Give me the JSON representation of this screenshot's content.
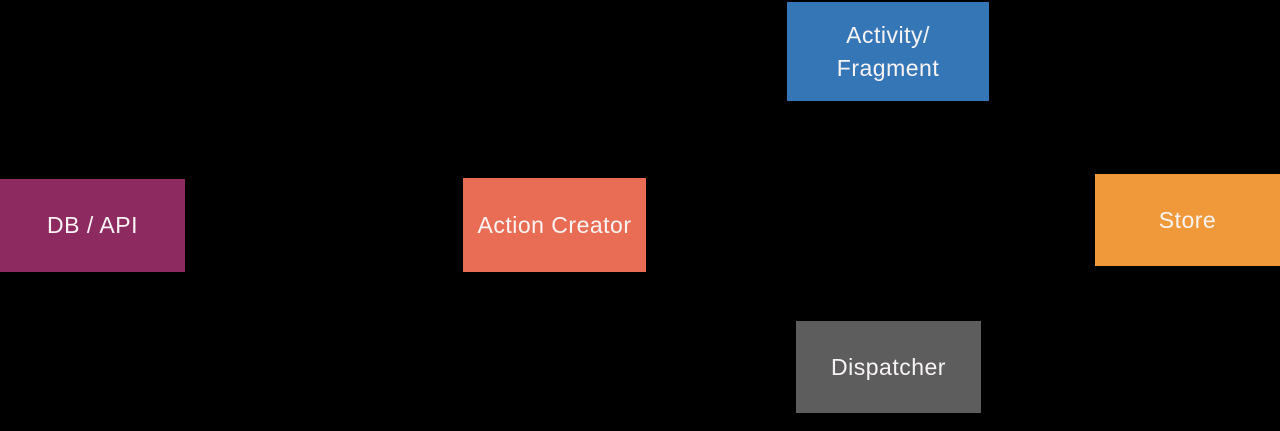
{
  "diagram": {
    "background_color": "#000000",
    "label_color": "#f8f4f4",
    "nodes": [
      {
        "id": "activity-fragment",
        "lines": [
          "Activity/",
          "Fragment"
        ],
        "color": "#3577b6"
      },
      {
        "id": "db-api",
        "lines": [
          "DB / API"
        ],
        "color": "#8d2a60"
      },
      {
        "id": "action-creator",
        "lines": [
          "Action Creator"
        ],
        "color": "#e96d55"
      },
      {
        "id": "store",
        "lines": [
          "Store"
        ],
        "color": "#f0993a"
      },
      {
        "id": "dispatcher",
        "lines": [
          "Dispatcher"
        ],
        "color": "#5d5d5d"
      }
    ]
  }
}
